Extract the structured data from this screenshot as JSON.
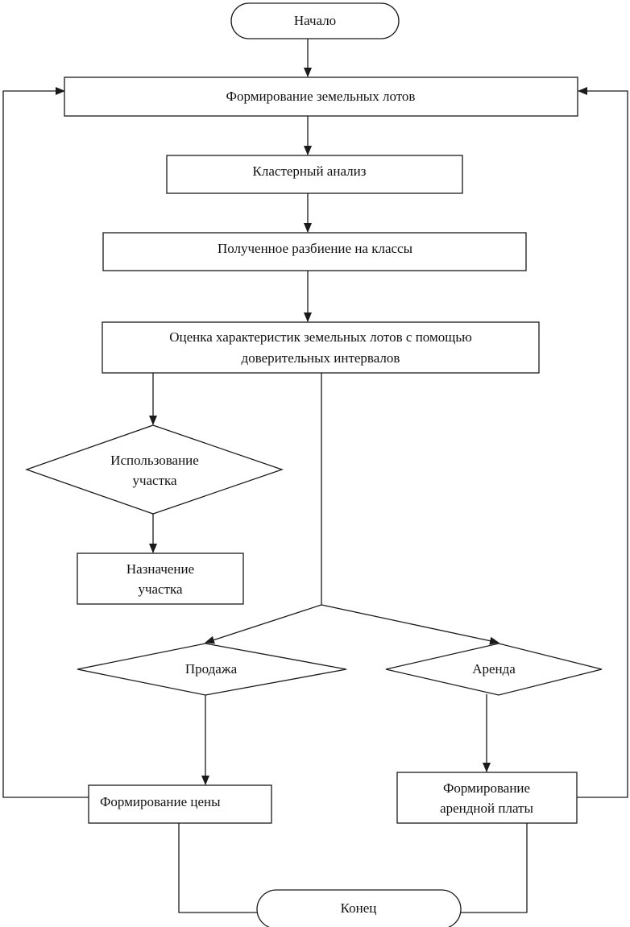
{
  "diagram": {
    "start": "Начало",
    "forming_lots": "Формирование земельных лотов",
    "cluster_analysis": "Кластерный анализ",
    "class_partition": "Полученное разбиение на классы",
    "evaluation": {
      "line1": "Оценка характеристик земельных лотов с помощью",
      "line2": "доверительных интервалов"
    },
    "land_use": {
      "line1": "Использование",
      "line2": "участка"
    },
    "purpose": {
      "line1": "Назначение",
      "line2": "участка"
    },
    "sale": "Продажа",
    "lease": "Аренда",
    "price_forming": "Формирование цены",
    "rent_forming": {
      "line1": "Формирование",
      "line2": "арендной платы"
    },
    "end": "Конец"
  }
}
